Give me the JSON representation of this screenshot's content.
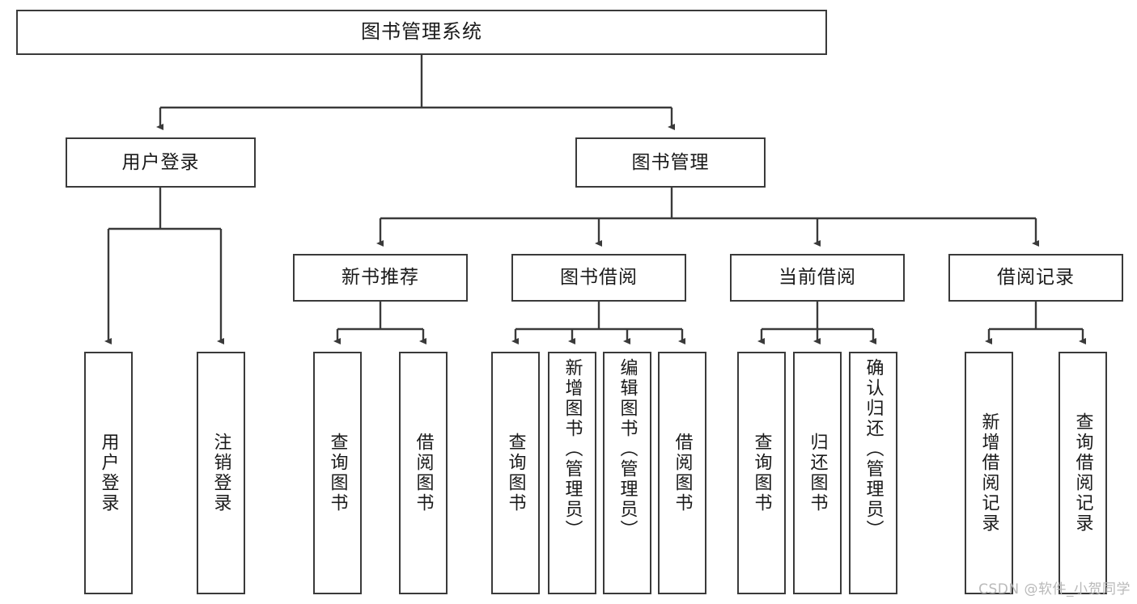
{
  "diagram": {
    "title": "图书管理系统",
    "type": "tree-hierarchy-chart",
    "root": {
      "label": "图书管理系统"
    },
    "level2": [
      {
        "label": "用户登录"
      },
      {
        "label": "图书管理"
      }
    ],
    "level3": [
      {
        "label": "新书推荐"
      },
      {
        "label": "图书借阅"
      },
      {
        "label": "当前借阅"
      },
      {
        "label": "借阅记录"
      }
    ],
    "leaves": {
      "user_login": [
        {
          "label": "用户登录"
        },
        {
          "label": "注销登录"
        }
      ],
      "new_book_recommend": [
        {
          "label": "查询图书"
        },
        {
          "label": "借阅图书"
        }
      ],
      "book_borrow": [
        {
          "label": "查询图书"
        },
        {
          "label": "新增图书（管理员）"
        },
        {
          "label": "编辑图书（管理员）"
        },
        {
          "label": "借阅图书"
        }
      ],
      "current_borrow": [
        {
          "label": "查询图书"
        },
        {
          "label": "归还图书"
        },
        {
          "label": "确认归还（管理员）"
        }
      ],
      "borrow_record": [
        {
          "label": "新增借阅记录"
        },
        {
          "label": "查询借阅记录"
        }
      ]
    },
    "watermark": "CSDN @软件_小贺同学",
    "colors": {
      "stroke": "#3a3a3a",
      "fill": "#ffffff",
      "text": "#1a1a1a",
      "watermark": "#b9b9b9"
    }
  }
}
